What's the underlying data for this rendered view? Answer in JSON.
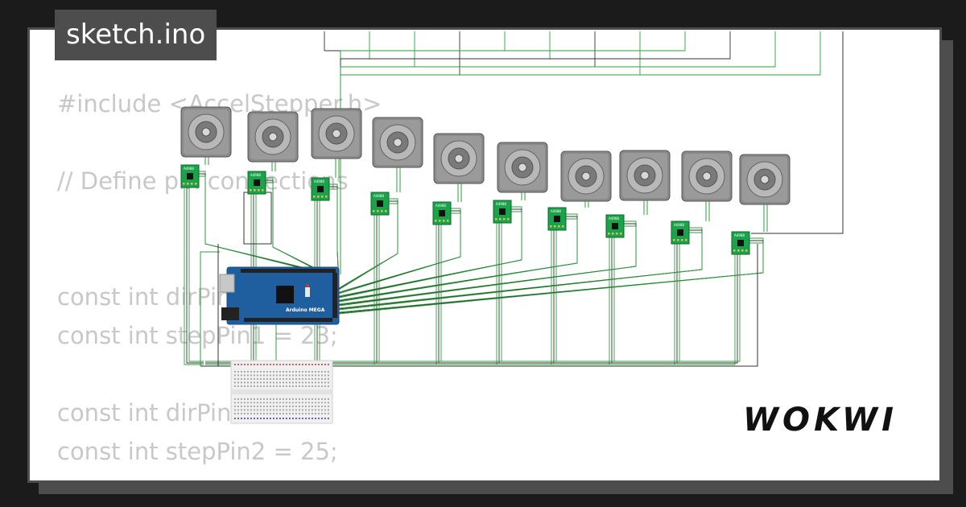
{
  "file_tab": {
    "label": "sketch.ino"
  },
  "code_lines": [
    "#include <AccelStepper.h>",
    "",
    "// Define pin connections",
    "",
    "",
    "const int dirPin1 = 22;",
    "const int stepPin1 = 23;",
    "",
    "const int dirPin2 = 24;",
    "const int stepPin2 = 25;"
  ],
  "board": {
    "label": "Arduino MEGA"
  },
  "driver_label": "A4988",
  "brand": {
    "label": "WOKWI"
  },
  "colors": {
    "wire_green": "#2e9e3e",
    "wire_black": "#333333",
    "board_blue": "#1f5fa0",
    "driver_green": "#1aa34a"
  }
}
